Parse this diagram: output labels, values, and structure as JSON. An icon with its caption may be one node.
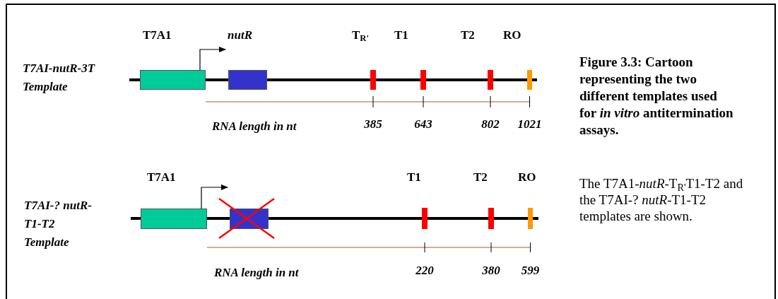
{
  "diagram": {
    "caption": "Figure 3.3: Cartoon representing the two different templates used for *in vitro* antitermination assays.",
    "nodes": [
      {
        "text": [
          "T7A1"
        ]
      },
      {
        "text": [
          "nutR"
        ]
      },
      {
        "text": [
          "T$_{R'}$"
        ],
        "beside": [
          "385"
        ]
      },
      {
        "text": [
          "T1"
        ],
        "beside": [
          "643"
        ]
      },
      {
        "text": [
          "T2"
        ],
        "beside": [
          "802"
        ]
      },
      {
        "text": [
          "RO"
        ],
        "beside": [
          "1021"
        ]
      },
      {
        "text": [
          "T7A1"
        ]
      },
      {
        "text": [],
        "shape": "box"
      },
      {
        "text": [
          "T1"
        ],
        "beside": [
          "220"
        ]
      },
      {
        "text": [
          "T2"
        ],
        "beside": [
          "380"
        ]
      },
      {
        "text": [
          "RO"
        ],
        "beside": [
          "599"
        ]
      }
    ],
    "edges": [
      {
        "from": 0,
        "to": 1,
        "arrow": "to"
      },
      {
        "from": 6,
        "to": 7,
        "arrow": "to"
      }
    ],
    "labels": [
      "T7AI-nutR-3T Template",
      "RNA length in nt",
      "T7AI-? nutR- T1-T2 Template",
      "RNA length in nt",
      "The T7A1-*nutR*-T$_{R'}$T1-T2 and the T7AI-? *nutR*-T1-T2 templates are shown."
    ]
  }
}
